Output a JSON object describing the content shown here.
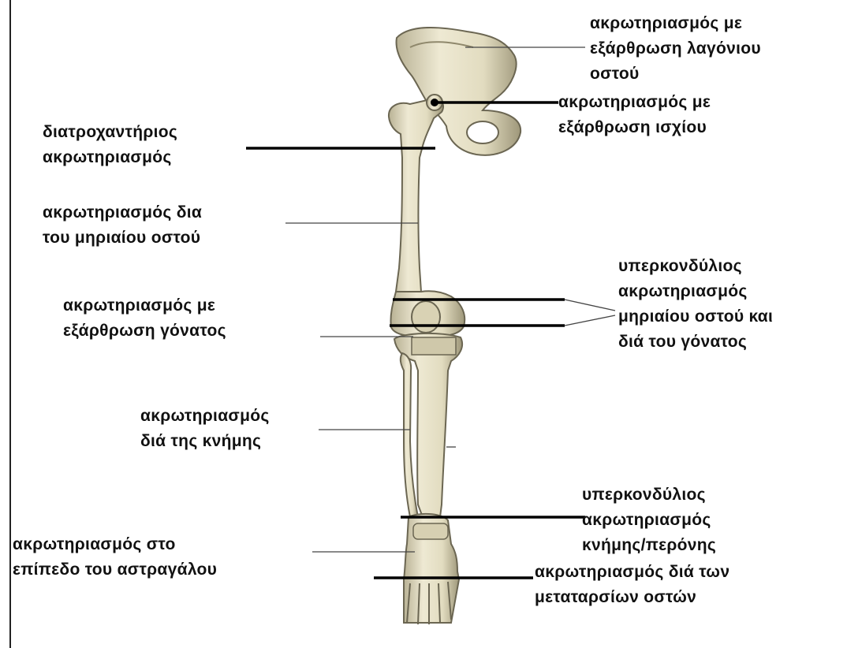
{
  "labels": {
    "ilium": [
      "ακρωτηριασμός με",
      "εξάρθρωση λαγόνιου",
      "οστού"
    ],
    "hip": [
      "ακρωτηριασμός με",
      "εξάρθρωση ισχίου"
    ],
    "intertrochanteric": [
      "διατροχαντήριος",
      "ακρωτηριασμός"
    ],
    "femur": [
      "ακρωτηριασμός δια",
      "του μηριαίου οστού"
    ],
    "supracondylar_femur": [
      "υπερκονδύλιος",
      "ακρωτηριασμός",
      "μηριαίου οστού και",
      "διά του γόνατος"
    ],
    "knee": [
      "ακρωτηριασμός με",
      "εξάρθρωση γόνατος"
    ],
    "tibia": [
      "ακρωτηριασμός",
      "διά της κνήμης"
    ],
    "supracondylar_tibia": [
      "υπερκονδύλιος",
      "ακρωτηριασμός",
      "κνήμης/περόνης"
    ],
    "ankle": [
      "ακρωτηριασμός στο",
      "επίπεδο του αστραγάλου"
    ],
    "metatarsal": [
      "ακρωτηριασμός διά των",
      "μεταταρσίων οστών"
    ]
  },
  "colors": {
    "bone": "#e8e2c8",
    "bone_shade": "#a8a184",
    "outline": "#6b6652",
    "line": "#000000",
    "text": "#111111"
  }
}
